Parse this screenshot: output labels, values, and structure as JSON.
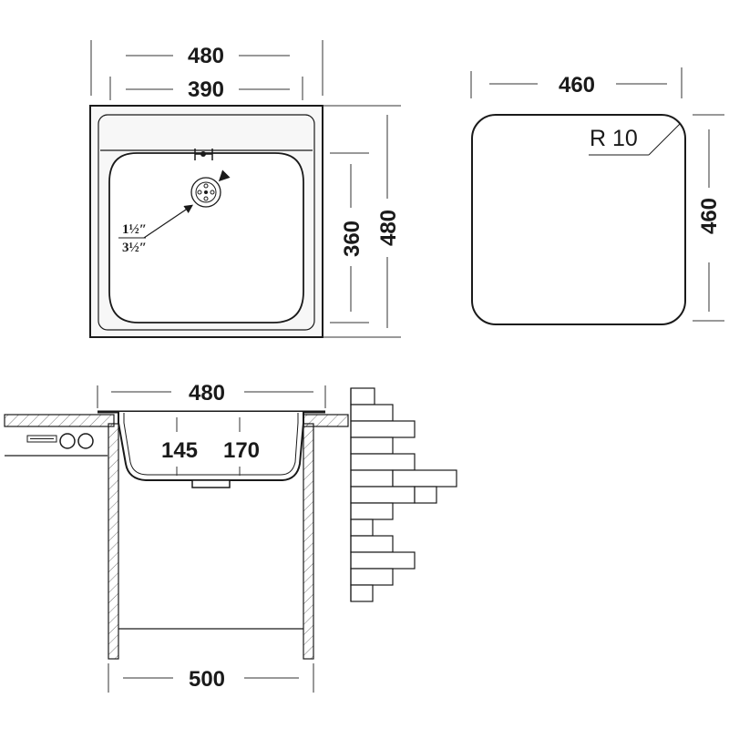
{
  "top_view": {
    "overall_width": "480",
    "bowl_width": "390",
    "bowl_depth": "360",
    "overall_depth": "480",
    "drain_size_small": "1½″",
    "drain_size_large": "3½″"
  },
  "cutout_view": {
    "width": "460",
    "height": "460",
    "radius": "R 10"
  },
  "side_view": {
    "sink_width": "480",
    "depth_front": "145",
    "depth_back": "170",
    "cabinet_width": "500"
  }
}
